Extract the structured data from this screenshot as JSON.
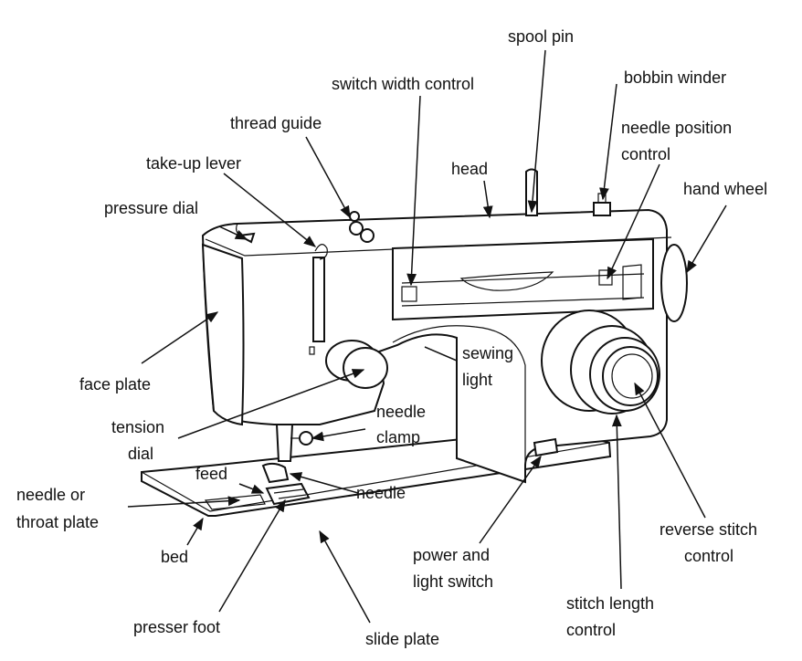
{
  "labels": {
    "spool_pin": "spool pin",
    "bobbin_winder": "bobbin winder",
    "switch_width_control": "switch width control",
    "needle_position_control_1": "needle position",
    "needle_position_control_2": "control",
    "thread_guide": "thread guide",
    "head": "head",
    "hand_wheel": "hand wheel",
    "take_up_lever": "take-up lever",
    "pressure_dial": "pressure dial",
    "face_plate": "face plate",
    "sewing_light_1": "sewing",
    "sewing_light_2": "light",
    "tension_dial_1": "tension",
    "tension_dial_2": "dial",
    "needle_clamp_1": "needle",
    "needle_clamp_2": "clamp",
    "feed": "feed",
    "needle": "needle",
    "needle_or_throat_plate_1": "needle or",
    "needle_or_throat_plate_2": "throat plate",
    "bed": "bed",
    "power_and_light_switch_1": "power and",
    "power_and_light_switch_2": "light switch",
    "reverse_stitch_control_1": "reverse stitch",
    "reverse_stitch_control_2": "control",
    "stitch_length_control_1": "stitch length",
    "stitch_length_control_2": "control",
    "presser_foot": "presser foot",
    "slide_plate": "slide plate"
  }
}
